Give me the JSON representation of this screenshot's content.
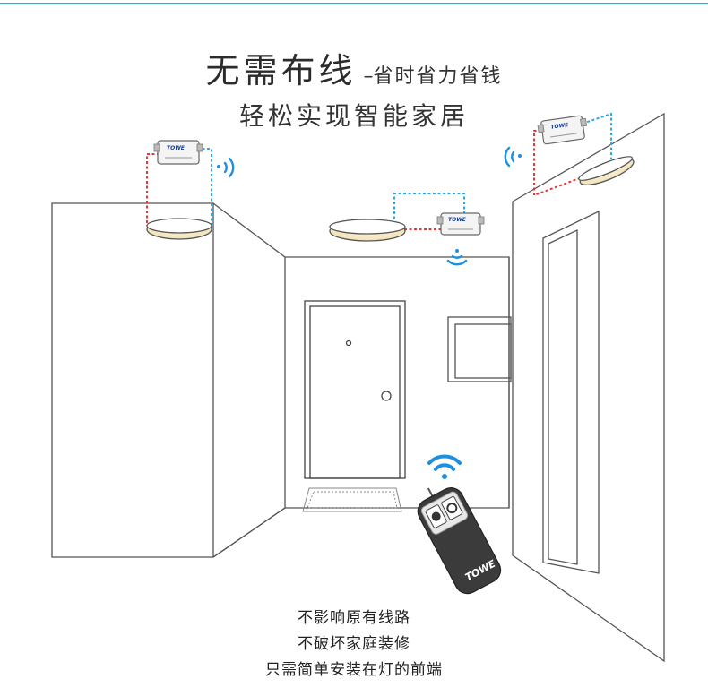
{
  "header": {
    "title": "无需布线",
    "dash": "–",
    "tagline": "省时省力省钱",
    "subtitle": "轻松实现智能家居"
  },
  "features": [
    "不影响原有线路",
    "不破坏家庭装修",
    "只需简单安装在灯的前端"
  ],
  "brand": {
    "receiver_logo": "TOWE",
    "remote_logo": "TOWE"
  },
  "icons": [
    "wifi-signal-icon",
    "ceiling-lamp-icon",
    "receiver-module-icon",
    "remote-control-icon"
  ],
  "colors": {
    "accent": "#35a8e0",
    "signal": "#1f8fe0",
    "live_wire": "#e23a3a",
    "neutral_wire": "#2aa7e8",
    "lamp_glow": "#f7eccb",
    "line": "#555555"
  }
}
